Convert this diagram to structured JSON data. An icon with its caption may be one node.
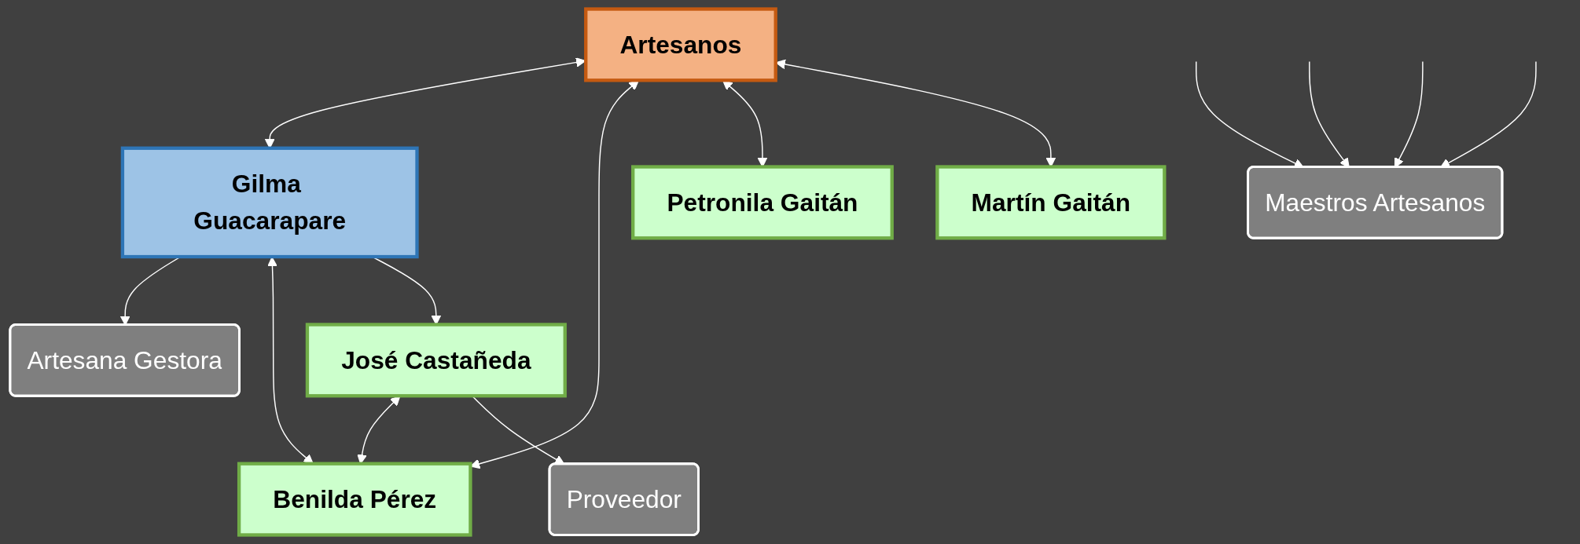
{
  "diagram": {
    "nodes": [
      {
        "text": [
          "Artesanos"
        ]
      },
      {
        "text": [
          "Artesana Gestora"
        ]
      },
      {
        "text": [
          "Gilma Guacarapare"
        ]
      },
      {
        "text": [
          "José Castañeda"
        ]
      },
      {
        "text": [
          "Proveedor"
        ]
      },
      {
        "text": [
          "Benilda Pérez"
        ]
      },
      {
        "text": [
          "Petronila Gaitán"
        ]
      },
      {
        "text": [
          "Martín Gaitán"
        ]
      },
      {
        "text": [
          "Maestros Artesanos"
        ]
      }
    ],
    "edges": [
      {
        "from": 0,
        "to": 2,
        "arrow": "both"
      },
      {
        "from": 0,
        "to": 5,
        "arrow": "both"
      },
      {
        "from": 0,
        "to": 6,
        "arrow": "both"
      },
      {
        "from": 0,
        "to": 7,
        "arrow": "both"
      },
      {
        "from": 2,
        "to": 1,
        "arrow": "to"
      },
      {
        "from": 2,
        "to": 5,
        "arrow": "both"
      },
      {
        "from": 2,
        "to": 3,
        "arrow": "to"
      },
      {
        "from": 3,
        "to": 5,
        "arrow": "both"
      },
      {
        "from": 3,
        "to": 4,
        "arrow": "to"
      },
      {
        "from": null,
        "to": 8,
        "arrow": "to"
      },
      {
        "from": null,
        "to": 8,
        "arrow": "to"
      },
      {
        "from": null,
        "to": 8,
        "arrow": "to"
      },
      {
        "from": null,
        "to": 8,
        "arrow": "to"
      }
    ]
  }
}
